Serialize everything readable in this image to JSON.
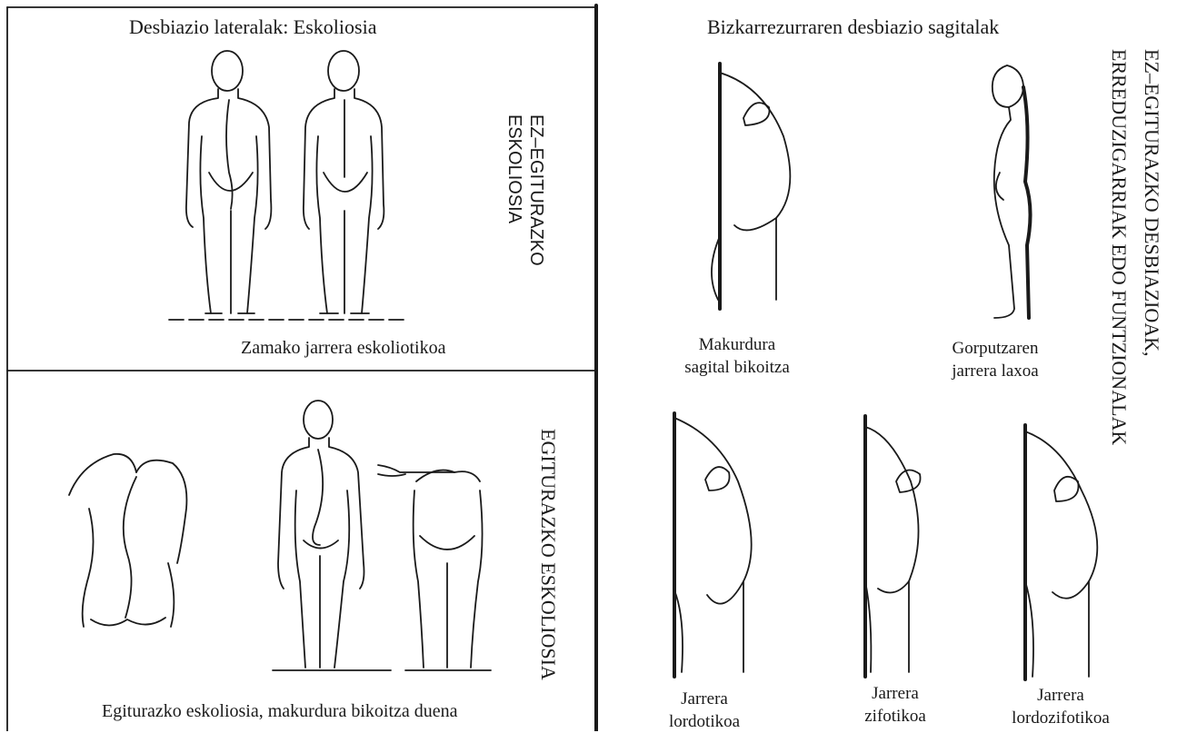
{
  "panels": {
    "lateral": {
      "title": "Desbiazio lateralak: Eskoliosia",
      "side_label_line1": "EZ–EGITURAZKO",
      "side_label_line2": "ESKOLIOSIA",
      "caption": "Zamako jarrera eskoliotikoa"
    },
    "structural": {
      "side_label": "EGITURAZKO ESKOLIOSIA",
      "caption": "Egiturazko eskoliosia, makurdura bikoitza duena"
    },
    "sagittal": {
      "title": "Bizkarrezurraren desbiazio sagitalak",
      "side_label_line1": "EZ–EGITURAZKO DESBIAZIOAK,",
      "side_label_line2": "ERREDUZIGARRIAK EDO FUNTZIONALAK",
      "items": [
        {
          "line1": "Makurdura",
          "line2": "sagital bikoitza"
        },
        {
          "line1": "Gorputzaren",
          "line2": "jarrera laxoa"
        },
        {
          "line1": "Jarrera",
          "line2": "lordotikoa"
        },
        {
          "line1": "Jarrera",
          "line2": "zifotikoa"
        },
        {
          "line1": "Jarrera",
          "line2": "lordozifotikoa"
        }
      ]
    }
  },
  "colors": {
    "ink": "#1a1a1a",
    "paper": "#ffffff"
  }
}
